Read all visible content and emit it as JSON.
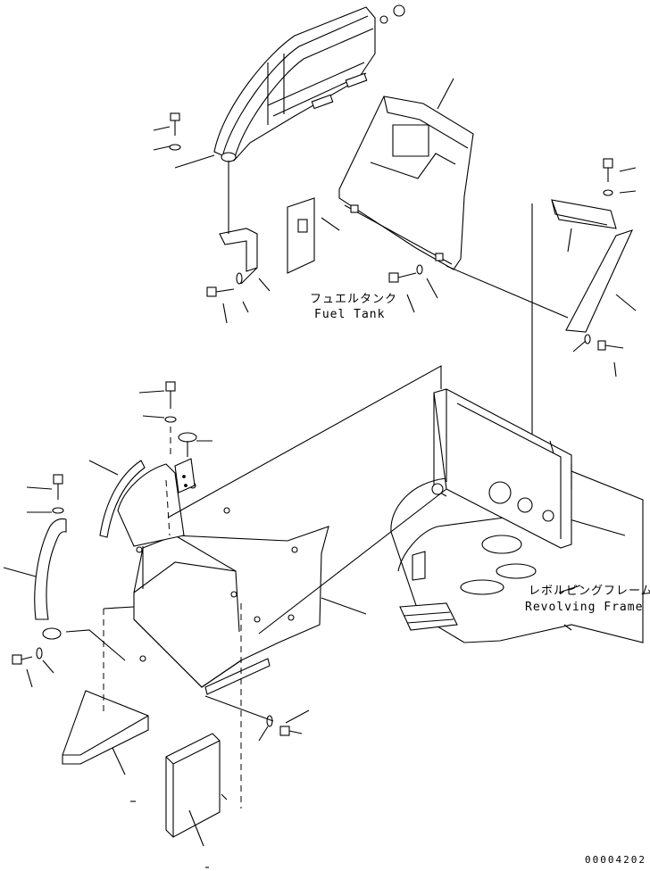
{
  "labels": {
    "fuel_tank_ja": "フュエルタンク",
    "fuel_tank_en": "Fuel Tank",
    "revolving_frame_ja": "レボルビングフレーム",
    "revolving_frame_en": "Revolving Frame"
  },
  "drawing_number": "00004202",
  "colors": {
    "line": "#000000",
    "background": "#ffffff"
  }
}
